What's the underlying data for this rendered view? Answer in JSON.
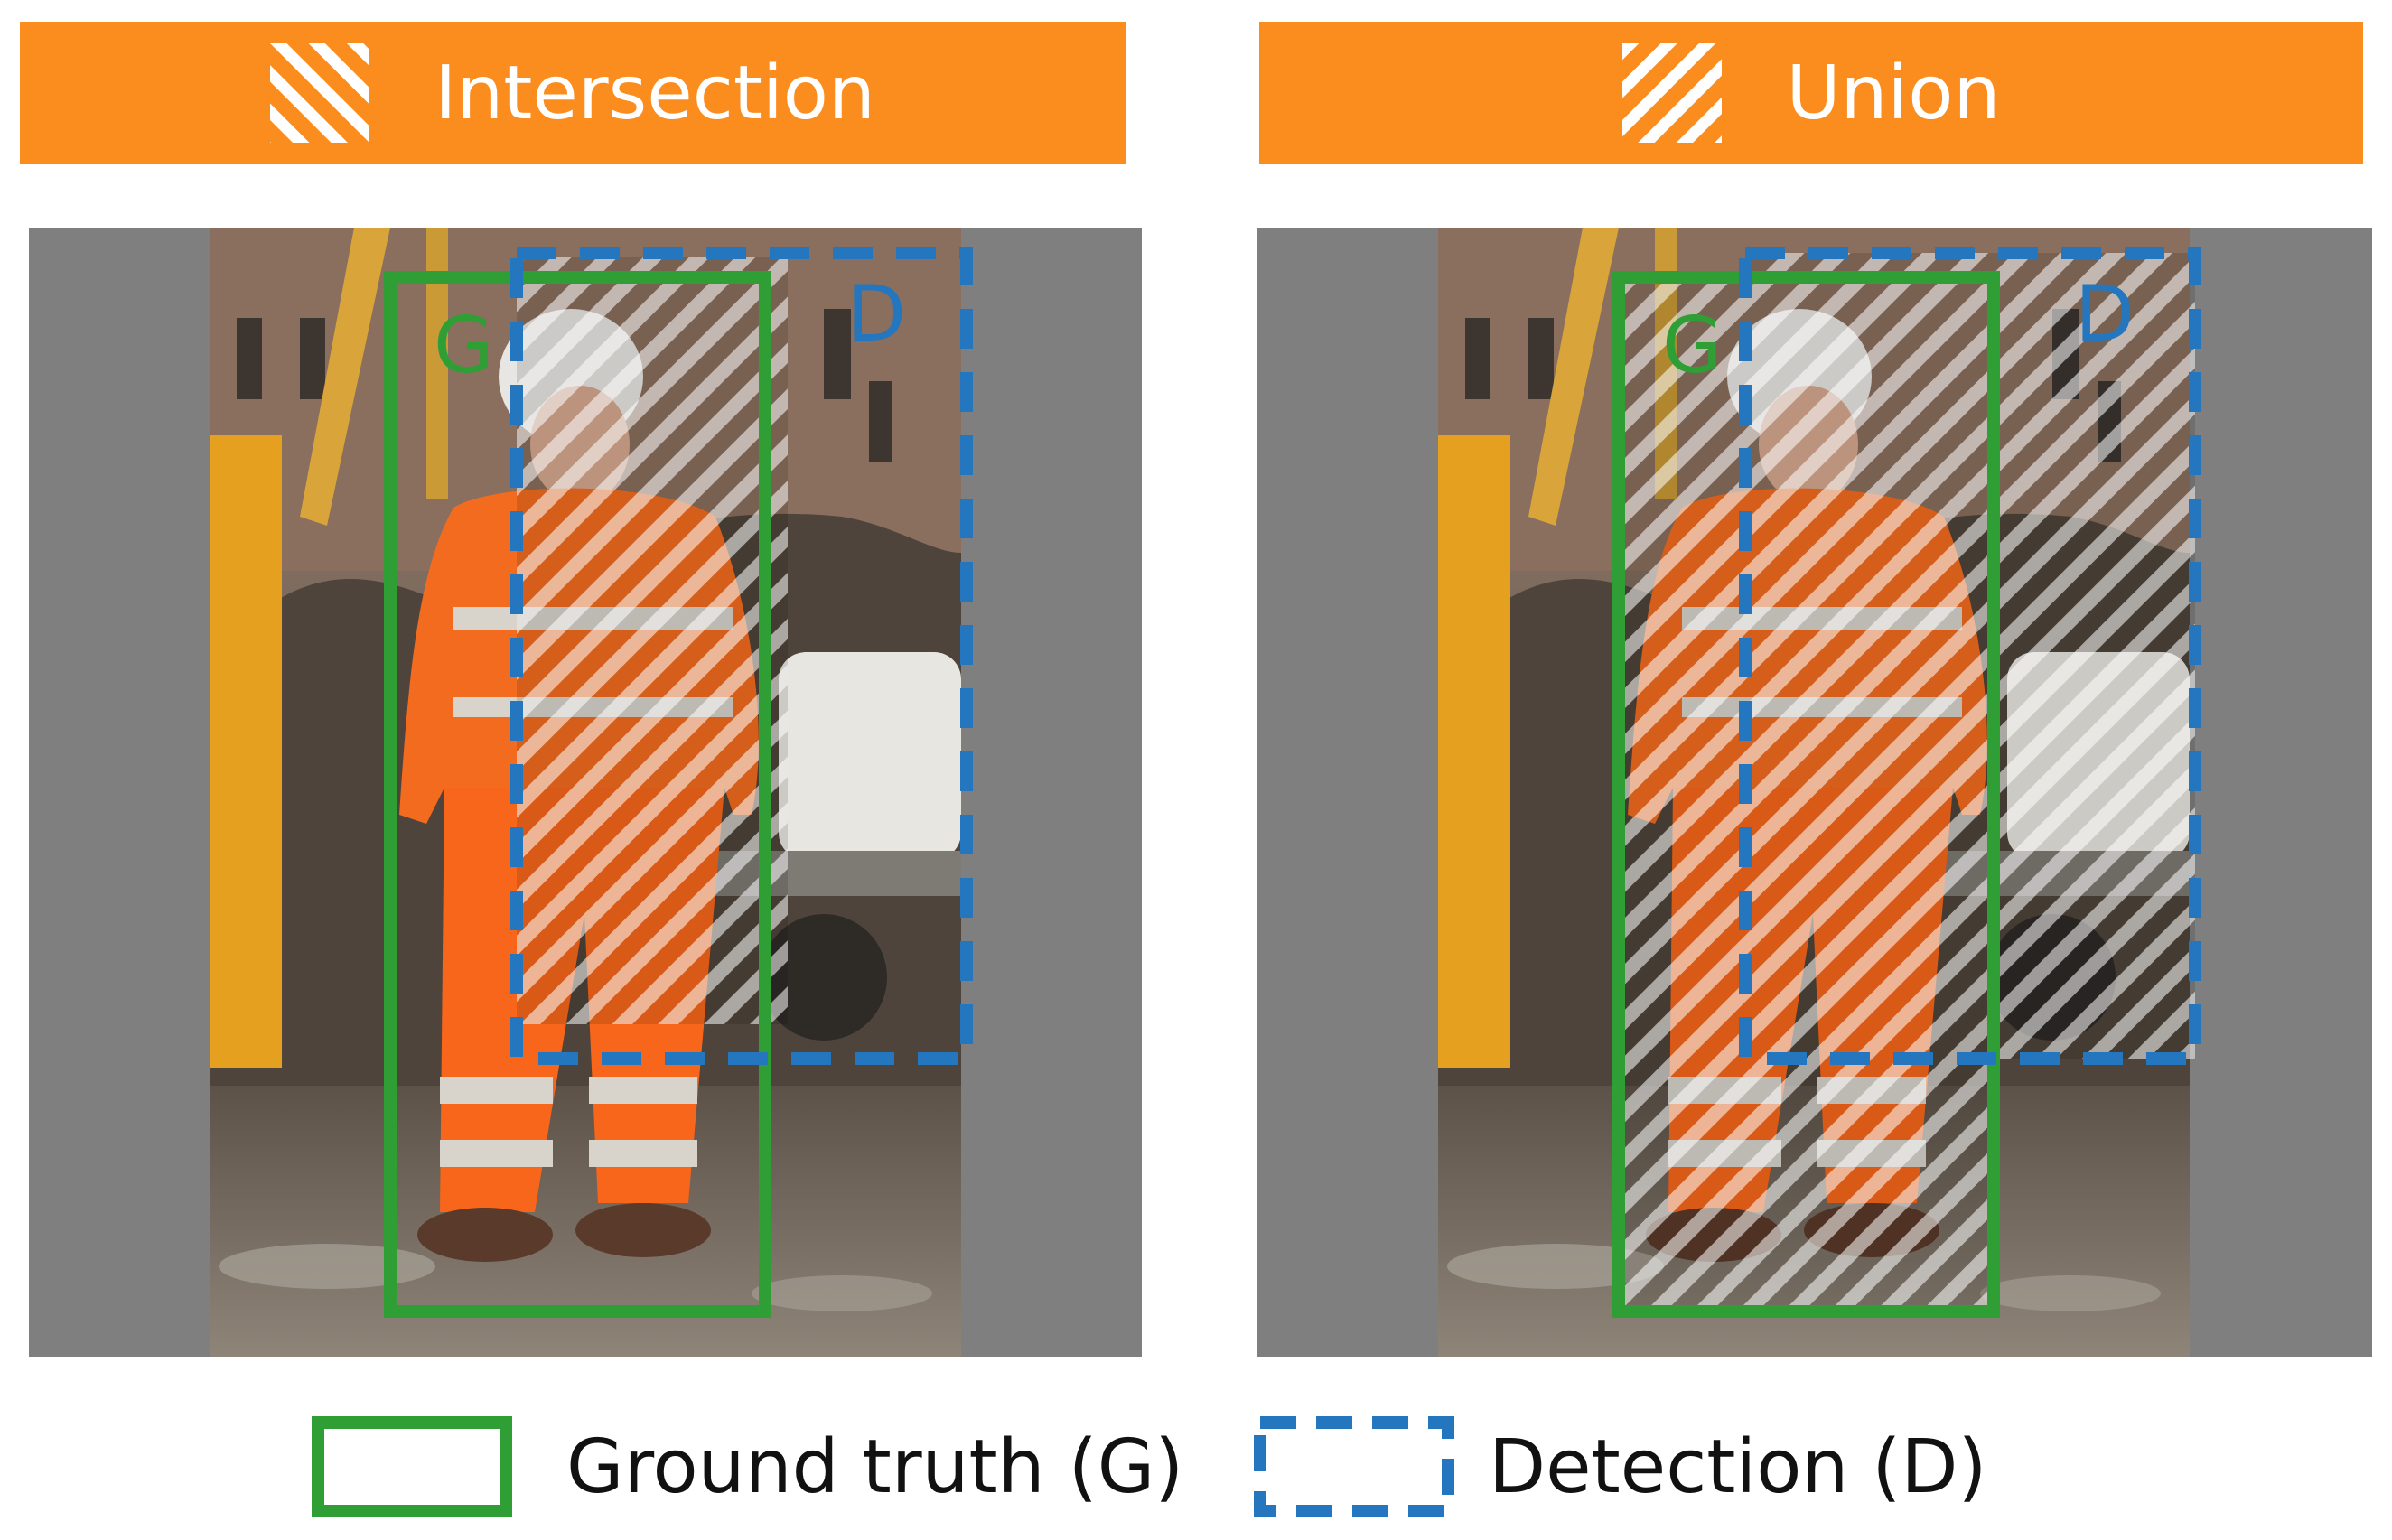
{
  "panels": {
    "intersection": {
      "title": "Intersection",
      "gt_letter": "G",
      "det_letter": "D"
    },
    "union": {
      "title": "Union",
      "gt_letter": "G",
      "det_letter": "D"
    }
  },
  "legend": {
    "ground_truth_label": "Ground truth (G)",
    "detection_label": "Detection (D)"
  },
  "colors": {
    "banner": "#FB8C1E",
    "ground_truth_box": "#2E9E35",
    "detection_box": "#2477BE",
    "letterbox_gray": "#7F7F7F"
  }
}
